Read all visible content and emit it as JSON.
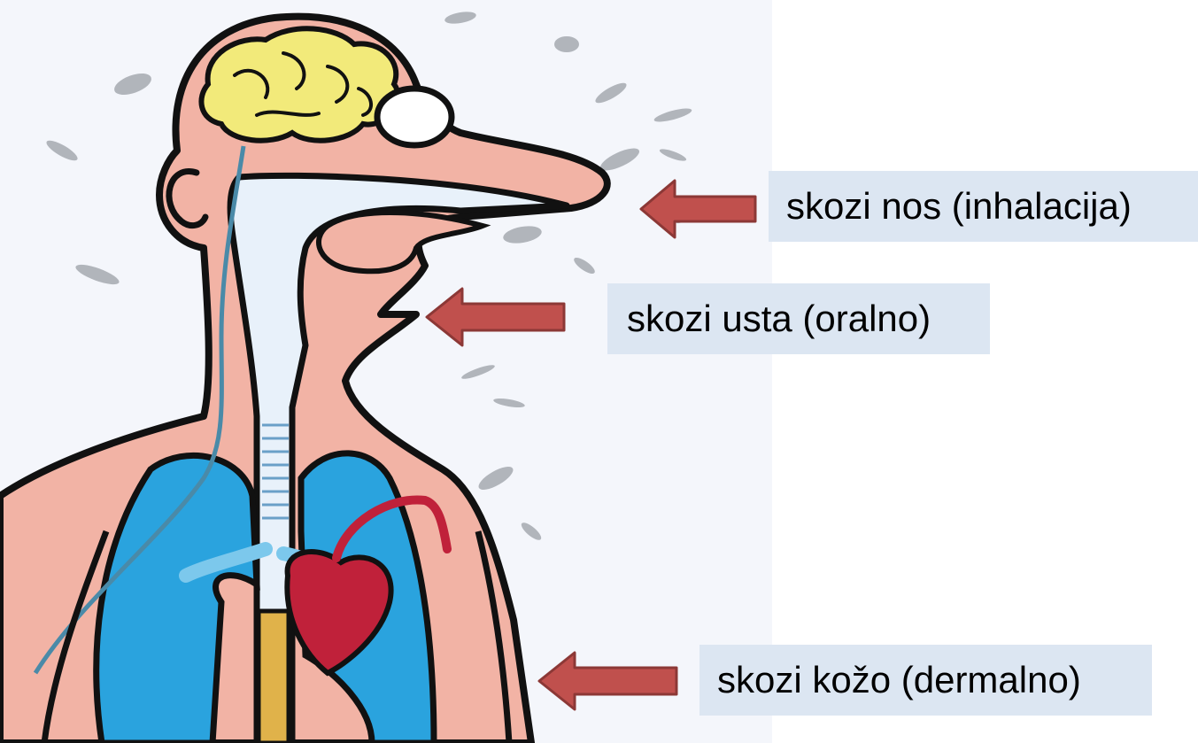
{
  "routes": [
    {
      "id": "nose",
      "label": "skozi nos (inhalacija)"
    },
    {
      "id": "mouth",
      "label": "skozi usta (oralno)"
    },
    {
      "id": "skin",
      "label": "skozi kožo (dermalno)"
    }
  ],
  "colors": {
    "label_background": "#dce6f2",
    "arrow_fill": "#c0504d",
    "arrow_stroke": "#8c3836",
    "skin": "#f2b3a5",
    "lungs": "#2aa3de",
    "brain": "#f2ea7a",
    "heart": "#c0213a",
    "outline": "#111111",
    "airway": "#e8f1fa"
  },
  "icons": {
    "illustration": "human-respiratory-body-illustration",
    "pointer": "left-arrow-icon"
  }
}
